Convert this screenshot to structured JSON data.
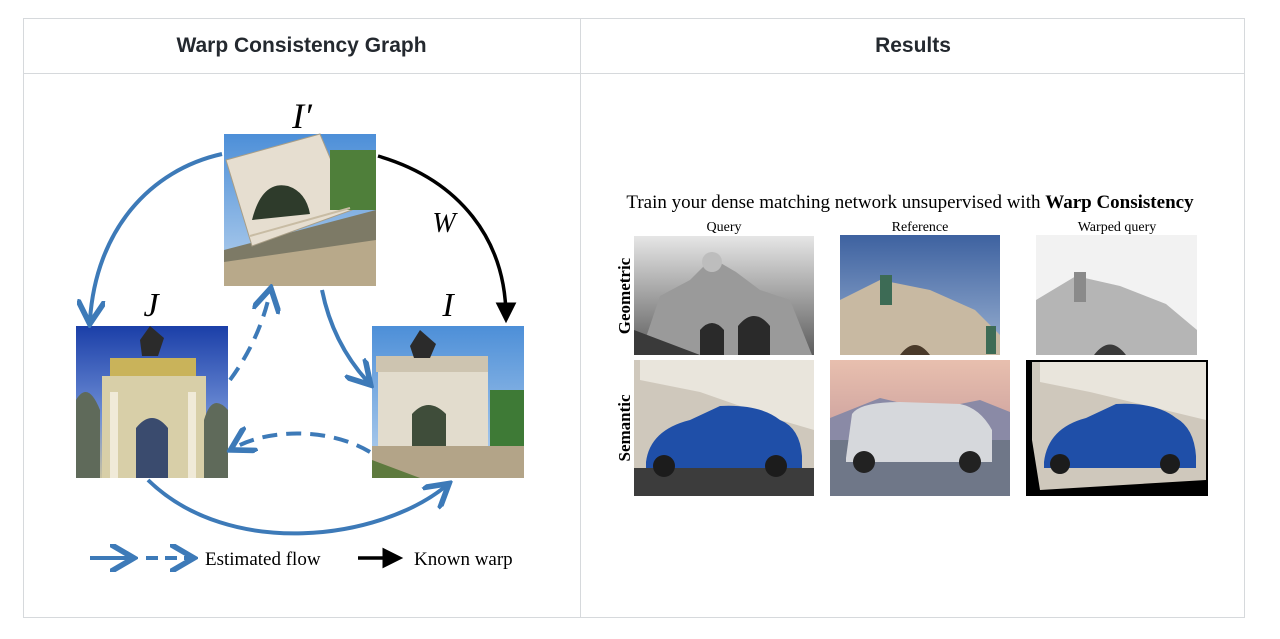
{
  "table": {
    "headers": [
      "Warp Consistency Graph",
      "Results"
    ]
  },
  "graph": {
    "node_labels": {
      "top": "I′",
      "left": "J",
      "right": "I"
    },
    "edge_label": "W",
    "legend": {
      "estimated": "Estimated flow",
      "known": "Known warp"
    },
    "colors": {
      "estimated": "#3d7ab8",
      "known": "#000000"
    }
  },
  "results": {
    "title_prefix": "Train your dense matching network unsupervised with ",
    "title_bold": "Warp Consistency",
    "columns": [
      "Query",
      "Reference",
      "Warped query"
    ],
    "rows": [
      "Geometric",
      "Semantic"
    ]
  }
}
